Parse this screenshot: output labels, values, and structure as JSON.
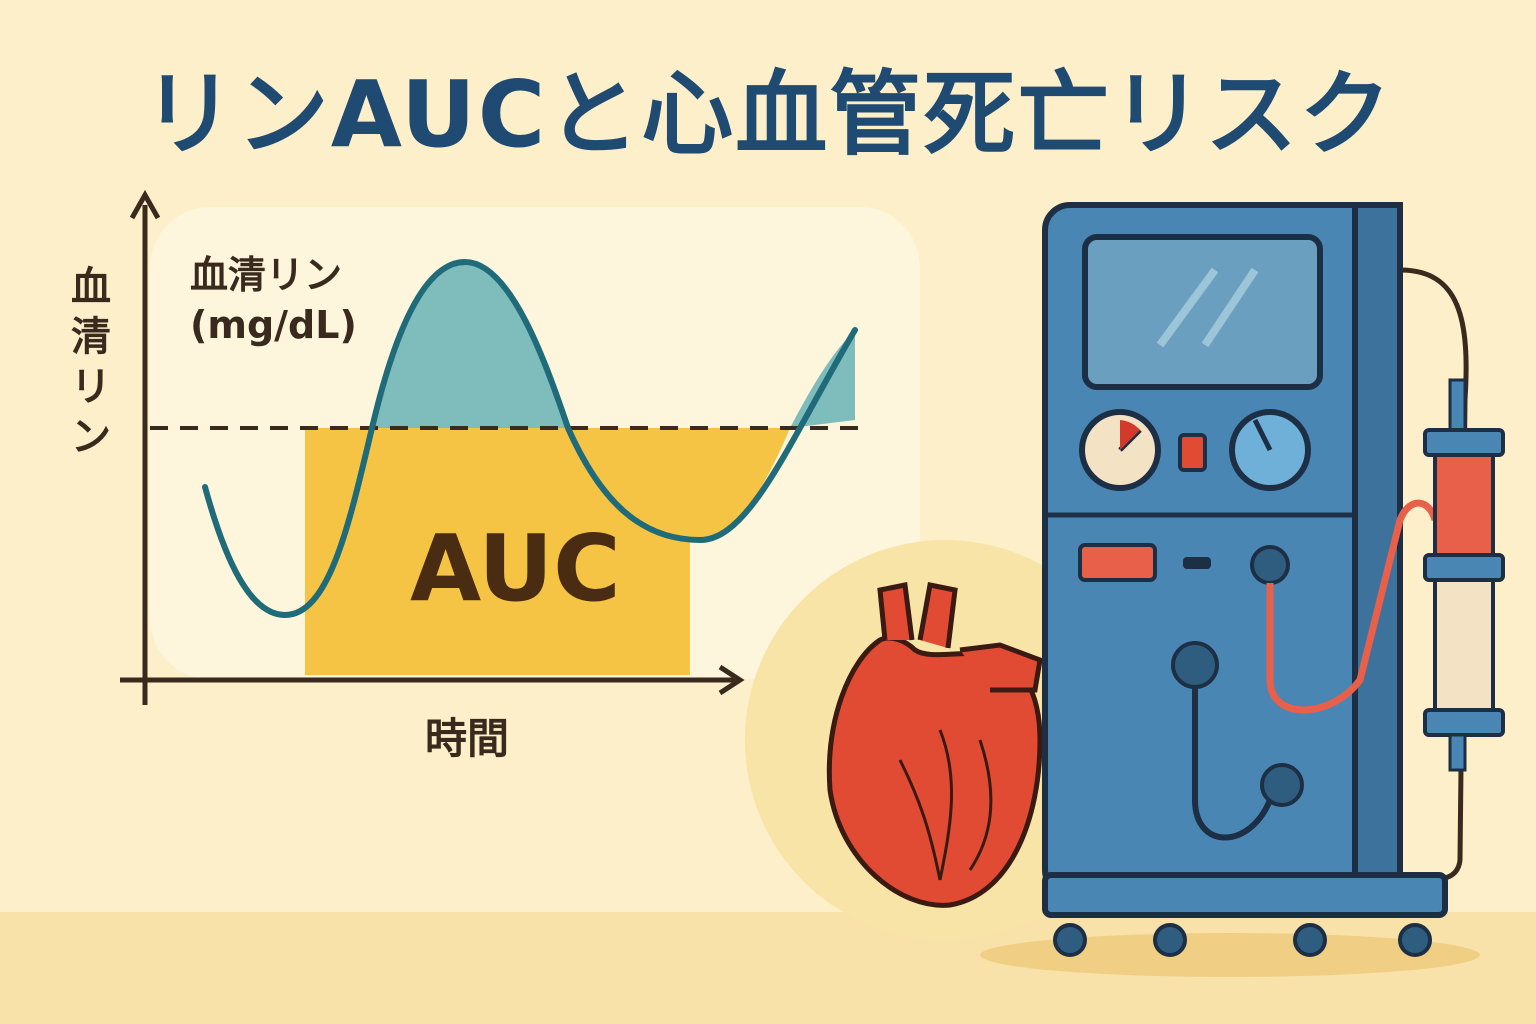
{
  "title": "リンAUCと心血管死亡リスク",
  "diagram": {
    "y_axis_vertical_label": "血清リン",
    "y_axis_label_line1": "血清リン",
    "y_axis_label_line2": "(mg/dL)",
    "x_axis_label": "時間",
    "area_label": "AUC"
  },
  "colors": {
    "title": "#1f4a72",
    "curve": "#1f6b7a",
    "above_threshold_fill": "#7fbcbc",
    "auc_fill": "#f6c445",
    "heart": "#e24b33",
    "arrow": "#d33a2c",
    "machine": "#4a86b3"
  },
  "icons": [
    "heart-icon",
    "up-arrow-icon",
    "dialysis-machine-icon"
  ]
}
